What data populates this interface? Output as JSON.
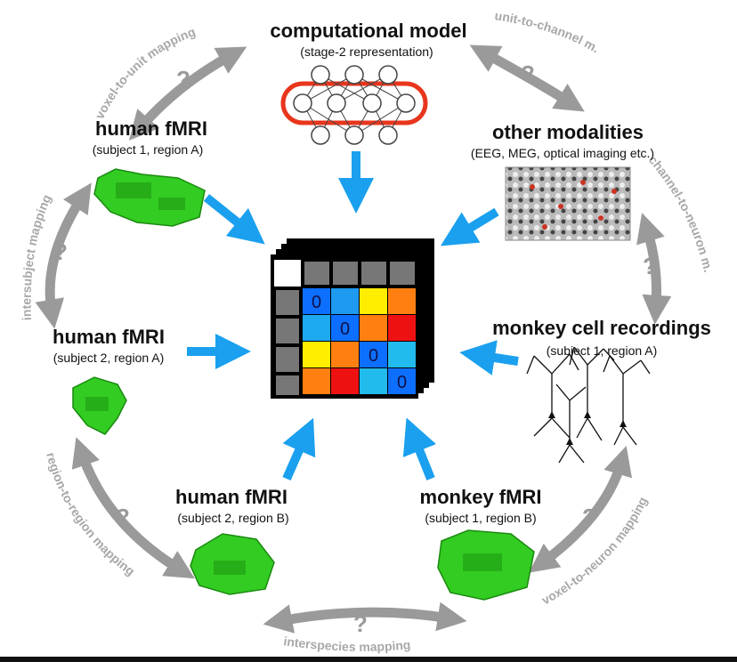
{
  "nodes": {
    "computational_model": {
      "title": "computational model",
      "subtitle": "(stage-2 representation)"
    },
    "other_modalities": {
      "title": "other modalities",
      "subtitle": "(EEG, MEG, optical imaging etc.)"
    },
    "human_fmri_1": {
      "title": "human fMRI",
      "subtitle": "(subject 1, region A)"
    },
    "human_fmri_2a": {
      "title": "human fMRI",
      "subtitle": "(subject 2, region A)"
    },
    "monkey_cell": {
      "title": "monkey cell recordings",
      "subtitle": "(subject 1, region A)"
    },
    "human_fmri_2b": {
      "title": "human fMRI",
      "subtitle": "(subject 2, region B)"
    },
    "monkey_fmri": {
      "title": "monkey fMRI",
      "subtitle": "(subject 1, region B)"
    }
  },
  "mappings": {
    "voxel_to_unit": "voxel-to-unit mapping",
    "unit_to_channel": "unit-to-channel m.",
    "channel_to_neuron": "channel-to-neuron m.",
    "intersubject": "intersubject mapping",
    "region_to_region": "region-to-region mapping",
    "voxel_to_neuron": "voxel-to-neuron mapping",
    "interspecies": "interspecies mapping"
  },
  "question_mark": "?",
  "rdm": {
    "diagonal_value": "0",
    "cells": [
      [
        "#1e90ff",
        "#ffee00",
        "#ff7f10"
      ],
      [
        "#1e90ff",
        "#ff7f10",
        "#ee1111"
      ],
      [
        "#ffee00",
        "#ff7f10",
        "#33bbee"
      ],
      [
        "#ff7f10",
        "#ee1111",
        "#33bbee"
      ]
    ],
    "matrix": [
      [
        "#0d6fff",
        "#1e9af0",
        "#ffee00",
        "#ff8010"
      ],
      [
        "#1ea8f0",
        "#0d6fff",
        "#ff8010",
        "#ee1111"
      ],
      [
        "#ffee00",
        "#ff8010",
        "#0d6fff",
        "#22bbee"
      ],
      [
        "#ff8010",
        "#ee1111",
        "#22bbee",
        "#0d6fff"
      ]
    ]
  },
  "colors": {
    "arrow_blue": "#1aa0ee",
    "mapping_gray": "#9a9a9a",
    "brain_green": "#33cc22",
    "network_red": "#e8361c"
  }
}
